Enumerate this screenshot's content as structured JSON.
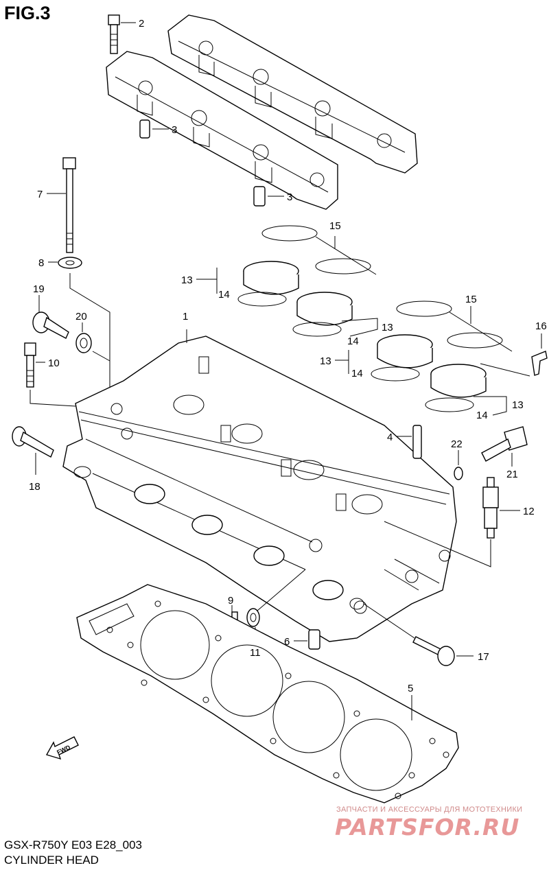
{
  "header": {
    "title": "FIG.3"
  },
  "callouts": {
    "c2": "2",
    "c3a": "3",
    "c3b": "3",
    "c7": "7",
    "c8": "8",
    "c19": "19",
    "c20": "20",
    "c10": "10",
    "c1": "1",
    "c15a": "15",
    "c13a": "13",
    "c14a": "14",
    "c13b": "13",
    "c14b": "14",
    "c15b": "15",
    "c16": "16",
    "c13c": "13",
    "c14c": "14",
    "c13d": "13",
    "c14d": "14",
    "c4": "4",
    "c22": "22",
    "c21": "21",
    "c18": "18",
    "c12": "12",
    "c9": "9",
    "c11": "11",
    "c6": "6",
    "c17": "17",
    "c5": "5"
  },
  "fwd_label": "FWD",
  "footer": {
    "code": "GSX-R750Y E03 E28_003",
    "name": "CYLINDER HEAD"
  },
  "watermark": {
    "tagline": "ЗАПЧАСТИ И АКСЕССУАРЫ ДЛЯ МОТОТЕХНИКИ",
    "brand": "PARTSFOR.RU"
  }
}
